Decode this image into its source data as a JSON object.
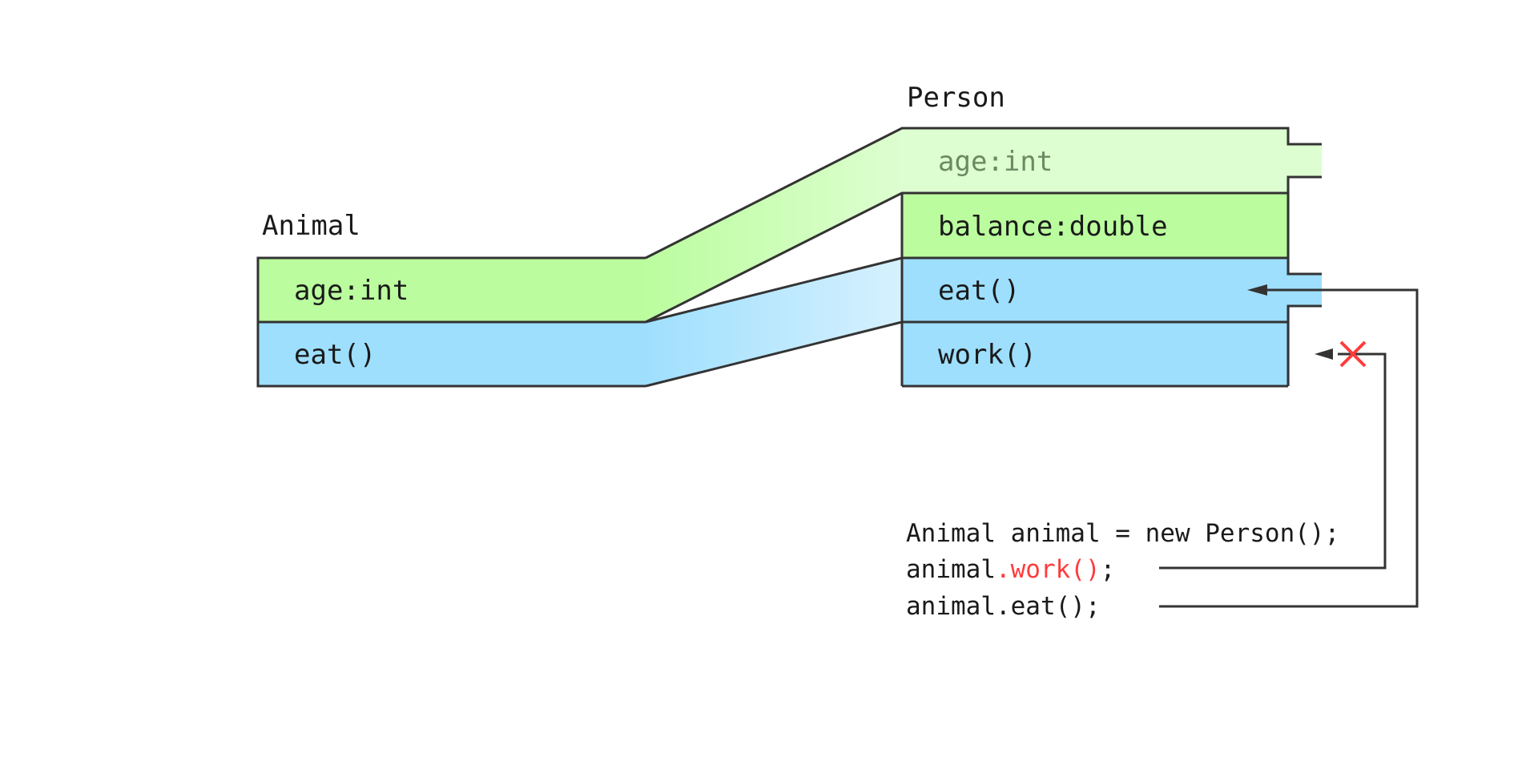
{
  "animal": {
    "title": "Animal",
    "fields": [
      "age:int",
      "eat()"
    ]
  },
  "person": {
    "title": "Person",
    "fields": [
      "age:int",
      "balance:double",
      "eat()",
      "work()"
    ]
  },
  "code": {
    "line1": "Animal animal = new Person();",
    "line2_prefix": "animal",
    "line2_call": ".work()",
    "line2_suffix": ";",
    "line3": "animal.eat();"
  },
  "colors": {
    "attribute": "#bbfd9e",
    "attribute_inherited": "#ddfed0",
    "method": "#9edffe",
    "error": "#ff3b3b",
    "stroke": "#333333"
  },
  "icons": {
    "forbidden_call": "x-mark-icon",
    "call_arrow": "arrow-left-icon"
  }
}
